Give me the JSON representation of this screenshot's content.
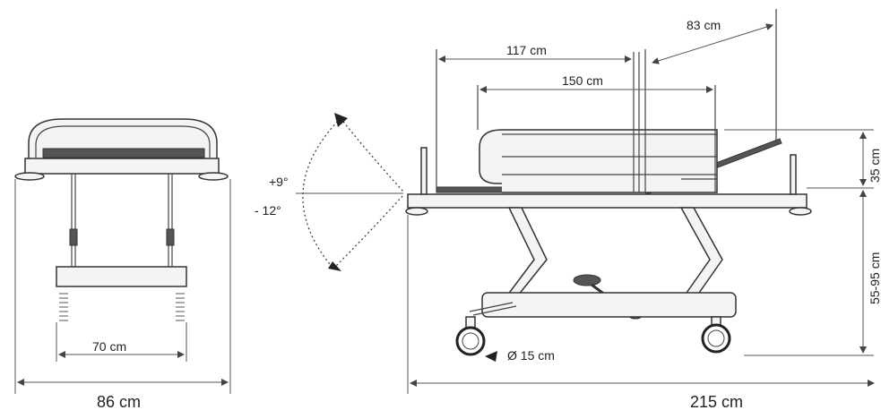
{
  "labels": {
    "side_width": "86 cm",
    "base_width": "70 cm",
    "tilt_up": "+9°",
    "tilt_down": "- 12°",
    "length_117": "117 cm",
    "length_150": "150 cm",
    "backrest": "83 cm",
    "rail_height": "35 cm",
    "bed_height": "55-95 cm",
    "wheel": "Ø 15 cm",
    "total_length": "215 cm"
  },
  "colors": {
    "line": "#333333",
    "mattress": "#555555",
    "background": "#ffffff"
  }
}
